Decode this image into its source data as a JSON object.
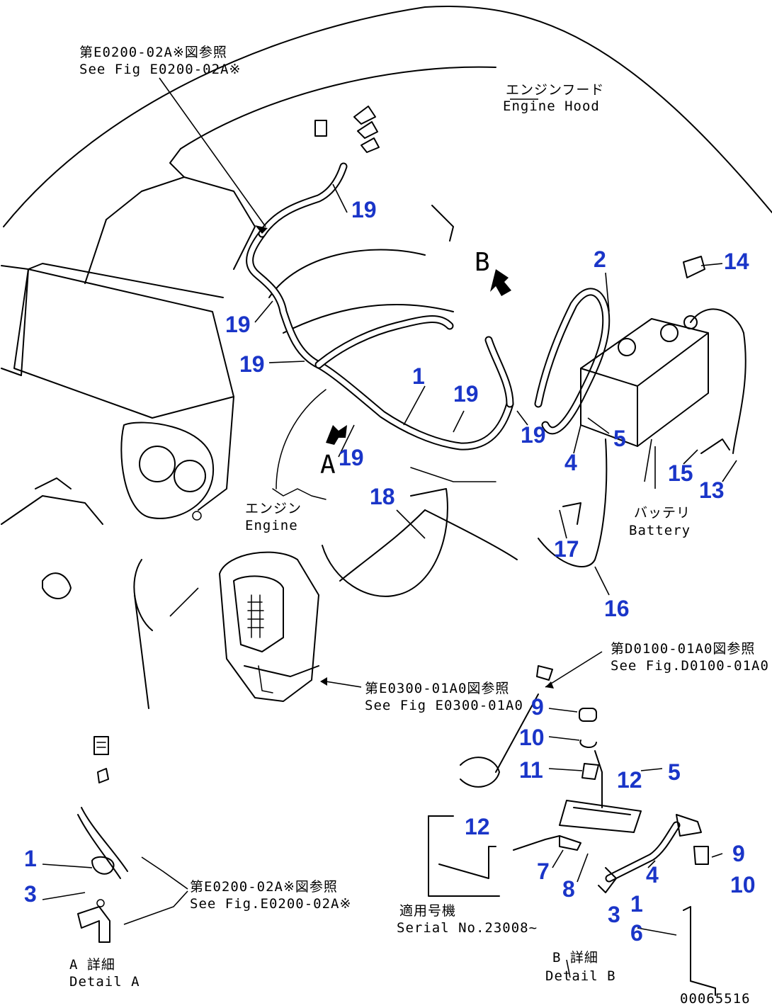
{
  "callouts": {
    "c19a": "19",
    "c19b": "19",
    "c19c": "19",
    "c19d": "19",
    "c19e": "19",
    "c19f": "19",
    "c1a": "1",
    "c2": "2",
    "c14": "14",
    "c5a": "5",
    "c4a": "4",
    "c15": "15",
    "c13": "13",
    "c18": "18",
    "c17": "17",
    "c16": "16",
    "c9a": "9",
    "c10a": "10",
    "c11": "11",
    "c12a": "12",
    "c5b": "5",
    "c12b": "12",
    "c7": "7",
    "c8": "8",
    "c4b": "4",
    "c3a": "3",
    "c1b": "1",
    "c6": "6",
    "c9b": "9",
    "c10b": "10",
    "c1c": "1",
    "c3b": "3"
  },
  "letters": {
    "b": "B",
    "a": "A"
  },
  "notes": {
    "ref_e0200_jp": "第E0200-02A※図参照",
    "ref_e0200_en": "See Fig E0200-02A※",
    "hood_jp": "エンジンフード",
    "hood_en": "Engine Hood",
    "engine_jp": "エンジン",
    "engine_en": "Engine",
    "battery_jp": "バッテリ",
    "battery_en": "Battery",
    "ref_d0100_jp": "第D0100-01A0図参照",
    "ref_d0100_en": "See Fig.D0100-01A0",
    "ref_e0300_jp": "第E0300-01A0図参照",
    "ref_e0300_en": "See Fig E0300-01A0",
    "ref_e0200b_jp": "第E0200-02A※図参照",
    "ref_e0200b_en": "See Fig.E0200-02A※",
    "serial_jp": "適用号機",
    "serial_en": "Serial No.23008~",
    "detail_a_jp": "A 詳細",
    "detail_a_en": "Detail A",
    "detail_b_jp": "B 詳細",
    "detail_b_en": "Detail B",
    "drawing_code": "00065516"
  }
}
